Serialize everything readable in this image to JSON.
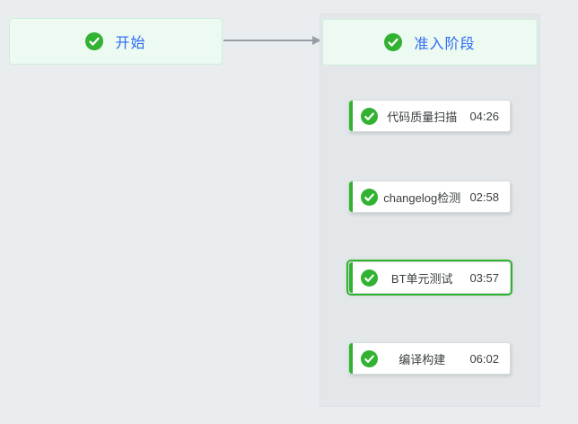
{
  "colors": {
    "success_green": "#32b232",
    "node_text_blue": "#2e6bf2",
    "node_fill_green": "#ecfaf1",
    "node_border_green": "#cdeeda",
    "stage_panel_gray": "#e4e7ea",
    "page_background": "#e9edf0"
  },
  "start_node": {
    "label": "开始",
    "status": "success",
    "icon": "check-circle-icon"
  },
  "connector": {
    "direction": "right"
  },
  "stage": {
    "title": "准入阶段",
    "status": "success",
    "icon": "check-circle-icon",
    "tasks": [
      {
        "name": "代码质量扫描",
        "duration": "04:26",
        "status": "success",
        "selected": false
      },
      {
        "name": "changelog检测",
        "duration": "02:58",
        "status": "success",
        "selected": false
      },
      {
        "name": "BT单元测试",
        "duration": "03:57",
        "status": "success",
        "selected": true
      },
      {
        "name": "编译构建",
        "duration": "06:02",
        "status": "success",
        "selected": false
      }
    ]
  }
}
